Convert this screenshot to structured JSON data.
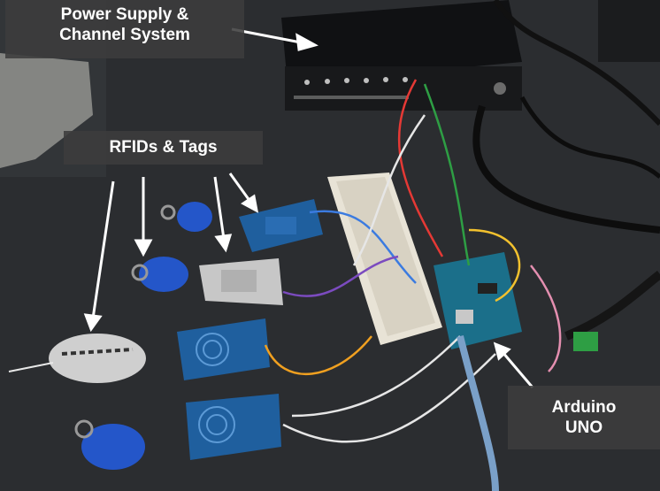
{
  "labels": {
    "power_supply": [
      "Power Supply &",
      "Channel System"
    ],
    "rfids": "RFIDs & Tags",
    "arduino": [
      "Arduino",
      "UNO"
    ]
  },
  "colors": {
    "desk": "#2a2c2f",
    "label_bg": "#3c3c3c",
    "pcb": "#1f5f9e",
    "tag": "#2456c9",
    "arrow": "#ffffff"
  }
}
